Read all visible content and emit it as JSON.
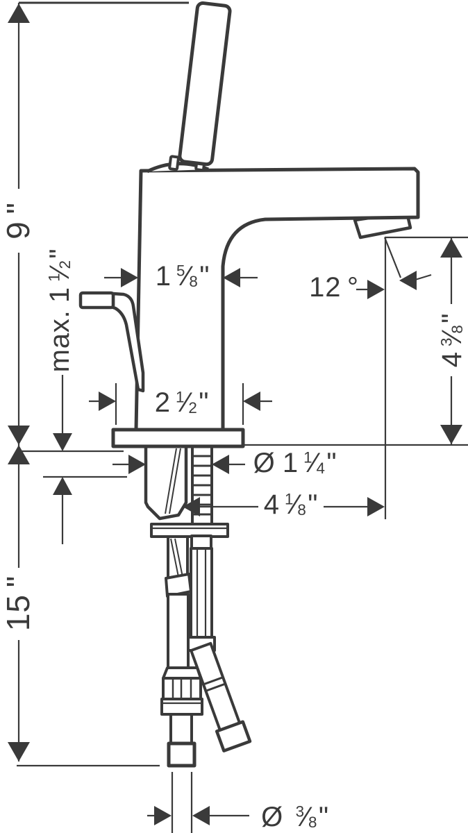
{
  "drawing": {
    "background": "#ffffff",
    "line_color": "#3a3a3a",
    "units_shown": "inches",
    "dims": {
      "overall_height": {
        "whole": "9",
        "unit": "\""
      },
      "body_width_top": {
        "whole": "1",
        "num": "5",
        "slash": "⁄",
        "den": "8",
        "unit": "\""
      },
      "max_deck_thickness": {
        "prefix": "max.",
        "whole": "1",
        "num": "1",
        "slash": "⁄",
        "den": "2",
        "unit": "\""
      },
      "base_width": {
        "whole": "2",
        "num": "1",
        "slash": "⁄",
        "den": "2",
        "unit": "\""
      },
      "spout_angle": {
        "whole": "12",
        "unit": "°"
      },
      "outlet_height": {
        "whole": "4",
        "num": "3",
        "slash": "⁄",
        "den": "8",
        "unit": "\""
      },
      "hole_diameter": {
        "prefix": "Ø",
        "whole": "1",
        "num": "1",
        "slash": "⁄",
        "den": "4",
        "unit": "\""
      },
      "spout_reach": {
        "whole": "4",
        "num": "1",
        "slash": "⁄",
        "den": "8",
        "unit": "\""
      },
      "below_deck_length": {
        "whole": "15",
        "unit": "\""
      },
      "supply_diameter": {
        "prefix": "Ø",
        "num": "3",
        "slash": "⁄",
        "den": "8",
        "unit": "\""
      }
    }
  }
}
